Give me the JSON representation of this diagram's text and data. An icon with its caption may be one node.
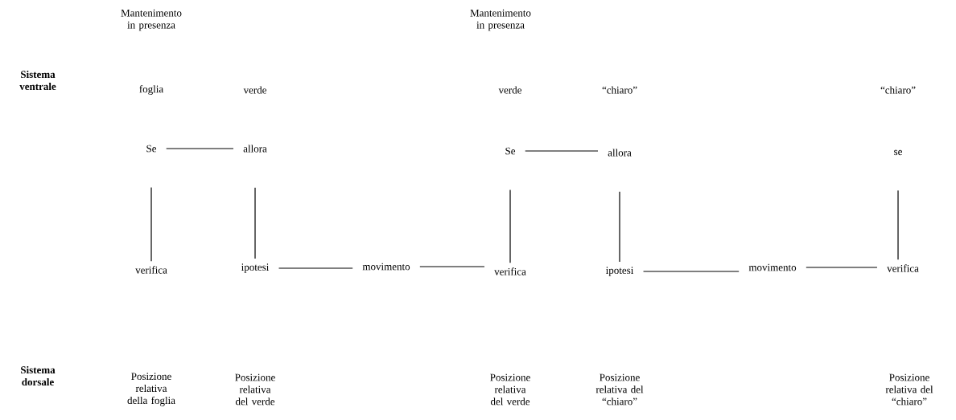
{
  "diagram": {
    "nodes": [
      {
        "text": [
          "Se"
        ]
      },
      {
        "text": [
          "allora"
        ]
      },
      {
        "text": [
          "verifica"
        ]
      },
      {
        "text": [
          "ipotesi"
        ]
      },
      {
        "text": [
          "movimento"
        ]
      },
      {
        "text": [
          "verifica"
        ]
      },
      {
        "text": [
          "Se"
        ]
      },
      {
        "text": [
          "allora"
        ]
      },
      {
        "text": [
          "ipotesi"
        ]
      },
      {
        "text": [
          "movimento"
        ]
      },
      {
        "text": [
          "verifica"
        ]
      },
      {
        "text": [
          "se"
        ]
      }
    ],
    "edges": [
      {
        "from": 0,
        "to": 1,
        "arrow": "none"
      },
      {
        "from": 0,
        "to": 2,
        "arrow": "none"
      },
      {
        "from": 1,
        "to": 3,
        "arrow": "none"
      },
      {
        "from": 3,
        "to": 4,
        "arrow": "none"
      },
      {
        "from": 4,
        "to": 5,
        "arrow": "none"
      },
      {
        "from": 6,
        "to": 7,
        "arrow": "none"
      },
      {
        "from": 6,
        "to": 5,
        "arrow": "none"
      },
      {
        "from": 7,
        "to": 8,
        "arrow": "none"
      },
      {
        "from": 8,
        "to": 9,
        "arrow": "none"
      },
      {
        "from": 9,
        "to": 10,
        "arrow": "none"
      },
      {
        "from": 11,
        "to": 10,
        "arrow": "none"
      }
    ],
    "labels": [
      "Mantenimento in presenza",
      "Mantenimento in presenza",
      "Sistema ventrale",
      "foglia",
      "verde",
      "verde",
      "“chiaro”",
      "“chiaro”",
      "Sistema dorsale",
      "Posizione relativa della foglia",
      "Posizione relativa del verde",
      "Posizione relativa del verde",
      "Posizione relativa del “chiaro”",
      "Posizione relativa del “chiaro”"
    ]
  }
}
